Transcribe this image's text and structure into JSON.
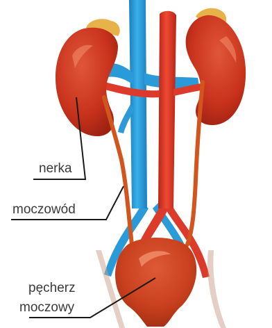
{
  "labels": {
    "kidney": "nerka",
    "ureter": "moczowód",
    "bladder_line1": "pęcherz",
    "bladder_line2": "moczowy"
  },
  "colors": {
    "kidney": "#c8321c",
    "kidney_highlight": "#e2603e",
    "adrenal": "#e7b24a",
    "vein": "#2b9ad8",
    "artery": "#dc3a2a",
    "ureter": "#d2551e",
    "bladder": "#c9401e",
    "leader_line": "#1a1a1a",
    "label_text": "#3a3a3a"
  }
}
